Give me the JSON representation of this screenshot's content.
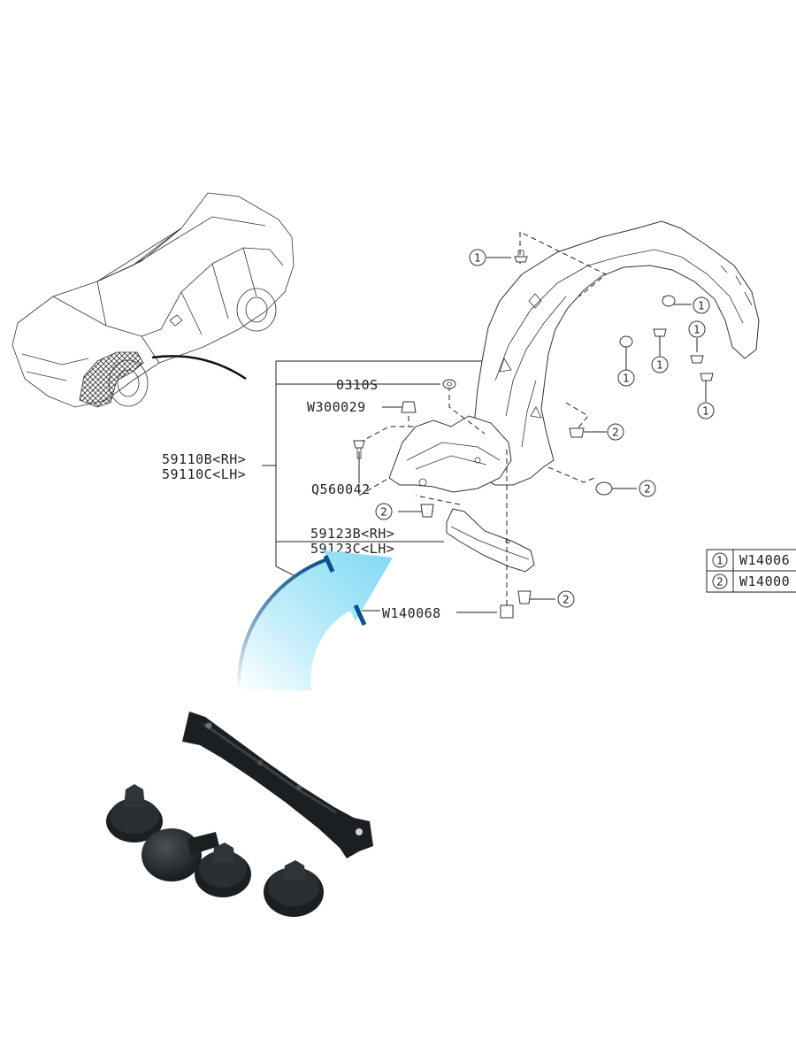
{
  "parts": {
    "washer": "0310S",
    "nut": "W300029",
    "screw": "Q560042",
    "fender_liner_rh": "59110B<RH>",
    "fender_liner_lh": "59110C<LH>",
    "bracket_rh": "59123B<RH>",
    "bracket_lh": "59123C<LH>",
    "clip": "W140068"
  },
  "callout_markers": {
    "one": "1",
    "two": "2"
  },
  "legend": [
    {
      "marker": "1",
      "part": "W14006"
    },
    {
      "marker": "2",
      "part": "W14000"
    }
  ],
  "colors": {
    "arrow_light": "#8fe0f7",
    "arrow_dark": "#0b4f8a",
    "line": "#222222",
    "photo_part": "#1c1f22"
  }
}
